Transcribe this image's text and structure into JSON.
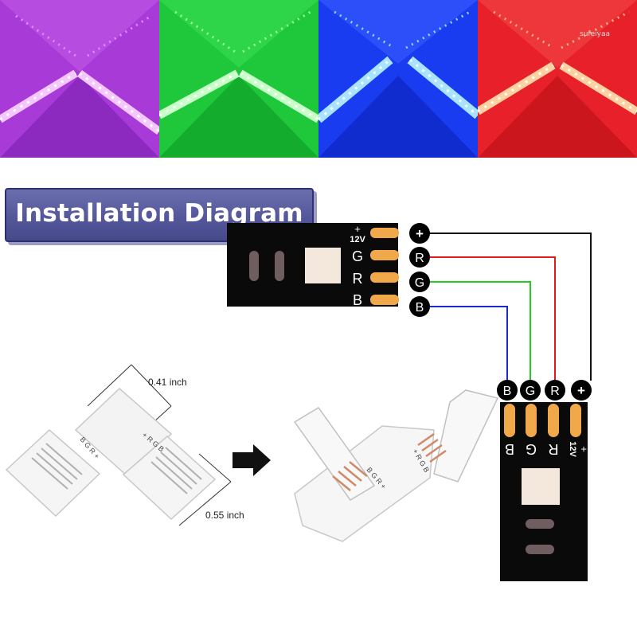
{
  "banner": {
    "title": "Installation Diagram"
  },
  "watermark": "sufeiyaa",
  "panels": [
    {
      "name": "purple",
      "bg": "#a83ad8",
      "glow": "#e08cff"
    },
    {
      "name": "green",
      "bg": "#1fc83a",
      "glow": "#9dff9d"
    },
    {
      "name": "blue",
      "bg": "#1a3cf0",
      "glow": "#8fd8ff"
    },
    {
      "name": "red",
      "bg": "#e8202a",
      "glow": "#ffb27a"
    }
  ],
  "wire_colors": {
    "plus": "#111111",
    "red": "#e01a1a",
    "green": "#22cc22",
    "blue": "#1a2ad0"
  },
  "top_strip": {
    "pin_labels": [
      "12V",
      "G",
      "R",
      "B"
    ],
    "plus_mark": "+"
  },
  "right_strip": {
    "pin_labels": [
      "B",
      "G",
      "R",
      "12V"
    ],
    "plus_mark": "+"
  },
  "wire_markers_top": [
    "+",
    "R",
    "G",
    "B"
  ],
  "wire_markers_bottom": [
    "B",
    "G",
    "R",
    "+"
  ],
  "dimensions": {
    "width_label": "0.41 inch",
    "length_label": "0.55 inch"
  },
  "connector_marks": {
    "left_arm": "B G R +",
    "right_arm": "+ R G B",
    "assembled_left": "B G R +",
    "assembled_right": "+ R G B"
  }
}
